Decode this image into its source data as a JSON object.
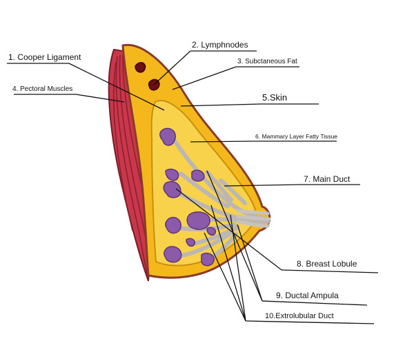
{
  "labels": {
    "cooper_ligament": "1. Cooper Ligament",
    "lymphnodes": "2. Lymphnodes",
    "subcutaneous_fat": "3. Subctaneous Fat",
    "pectoral_muscles": "4. Pectoral Muscles",
    "skin": "5.Skin",
    "mammary_layer": "6. Mammary Layer Fatty Tissue",
    "main_duct": "7. Main Duct",
    "breast_lobule": "8. Breast Lobule",
    "ductal_ampula": "9. Ductal Ampula",
    "extralobular_duct": "10.Extrolubular Duct"
  },
  "colors": {
    "muscle": "#c8374a",
    "muscle_stripe": "#8e1f30",
    "skin_outline": "#8a3a2a",
    "subcutaneous_fat": "#f5b81c",
    "mammary_fat": "#f8d24a",
    "duct": "#bdb7b3",
    "lobule": "#8b5aa8",
    "lymph": "#6b0f14",
    "leader": "#111111"
  }
}
